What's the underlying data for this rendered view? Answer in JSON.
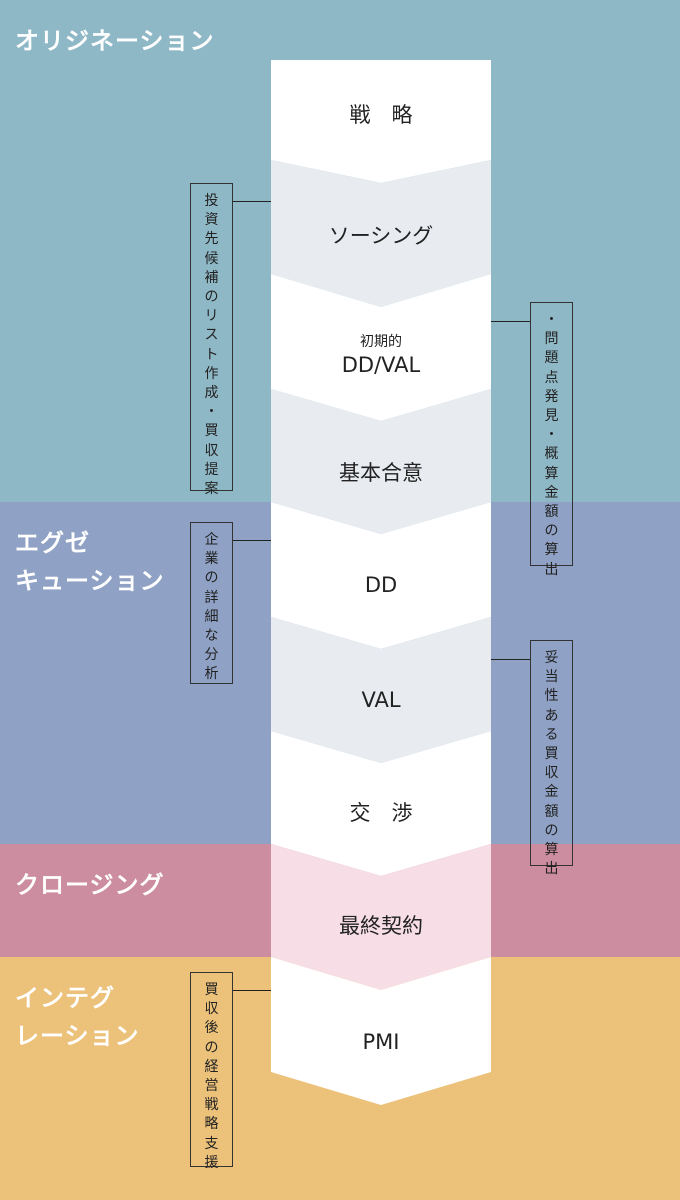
{
  "colors": {
    "origination": "#8fb8c7",
    "execution": "#8fa2c5",
    "closing": "#cc8da0",
    "integration": "#ecc17a",
    "step_white": "#ffffff",
    "step_grey": "#e8ecf1",
    "step_pink": "#f7dde6"
  },
  "phases": [
    {
      "id": "origination",
      "title": "オリジネーション"
    },
    {
      "id": "execution",
      "title": "エグゼ\nキューション"
    },
    {
      "id": "closing",
      "title": "クロージング"
    },
    {
      "id": "integration",
      "title": "インテグ\nレーション"
    }
  ],
  "steps": [
    {
      "label": "戦　略"
    },
    {
      "label": "ソーシング"
    },
    {
      "sub": "初期的",
      "label": "DD/VAL"
    },
    {
      "label": "基本合意"
    },
    {
      "label": "DD"
    },
    {
      "label": "VAL"
    },
    {
      "label": "交　渉"
    },
    {
      "label": "最終契約"
    },
    {
      "label": "PMI"
    }
  ],
  "notes": [
    {
      "side": "left",
      "text": "投資先候補のリスト作成・買収提案"
    },
    {
      "side": "right",
      "text": "・問題点発見・概算金額の算出"
    },
    {
      "side": "left",
      "text": "企業の詳細な分析"
    },
    {
      "side": "right",
      "text": "妥当性ある買収金額の算出"
    },
    {
      "side": "left",
      "text": "買収後の経営戦略支援"
    }
  ]
}
